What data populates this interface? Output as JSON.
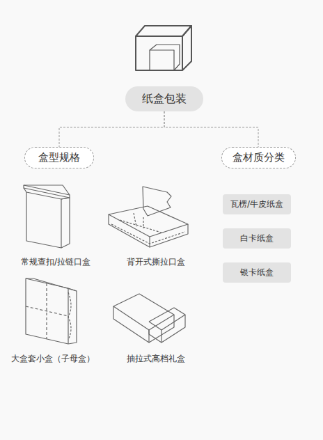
{
  "diagram": {
    "nodes": [
      {
        "text": [
          "纸盒包装"
        ]
      },
      {
        "text": [
          "盒型规格"
        ]
      },
      {
        "text": [
          "盒材质分类"
        ]
      },
      {
        "text": [
          "瓦楞/牛皮纸盒"
        ]
      },
      {
        "text": [
          "白卡纸盒"
        ]
      },
      {
        "text": [
          "银卡纸盒"
        ]
      }
    ],
    "edges": [
      {
        "from": 0,
        "to": 1,
        "arrow": "none"
      },
      {
        "from": 0,
        "to": 2,
        "arrow": "none"
      }
    ],
    "labels": [
      "常规查扣/拉链口盒",
      "背开式撕拉口盒",
      "大盒套小盒（子母盒）",
      "抽拉式高档礼盒"
    ]
  }
}
